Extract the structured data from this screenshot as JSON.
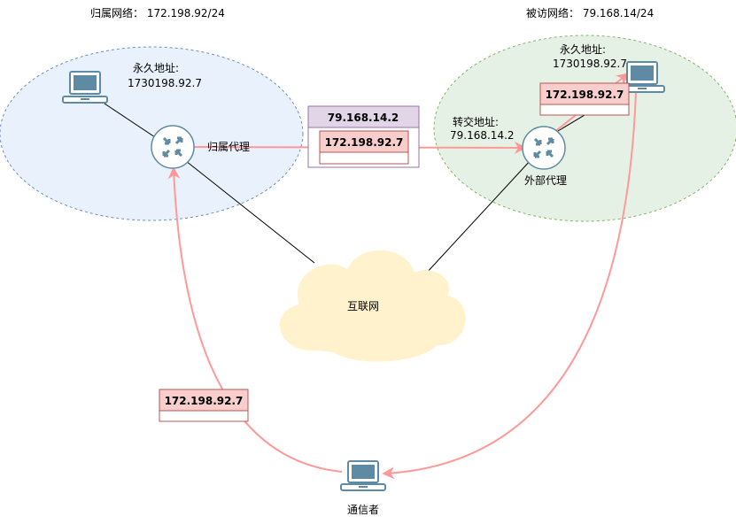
{
  "networks": {
    "home": {
      "title": "归属网络： 172.198.92/24"
    },
    "visited": {
      "title": "被访网络： 79.168.14/24"
    }
  },
  "nodes": {
    "home_host": {
      "label": "永久地址:",
      "address": "1730198.92.7",
      "icon": "laptop-icon"
    },
    "home_agent": {
      "label": "归属代理",
      "icon": "router-icon"
    },
    "foreign_agent": {
      "label": "外部代理",
      "icon": "router-icon"
    },
    "care_of": {
      "label": "转交地址:",
      "address": "79.168.14.2"
    },
    "mobile_host": {
      "label": "永久地址:",
      "address": "1730198.92.7",
      "icon": "laptop-icon"
    },
    "internet": {
      "label": "互联网",
      "icon": "cloud-icon"
    },
    "correspondent": {
      "label": "通信者",
      "icon": "laptop-icon"
    }
  },
  "packets": {
    "tunnel": {
      "outer": "79.168.14.2",
      "inner": "172.198.92.7"
    },
    "delivered": {
      "header": "172.198.92.7"
    },
    "original": {
      "header": "172.198.92.7"
    }
  },
  "colors": {
    "home_fill": "#dae8fc",
    "home_stroke": "#6c8ebf",
    "visited_fill": "#d5e8d4",
    "visited_stroke": "#82b366",
    "flow": "#ff9999",
    "packet_red_fill": "#f8cecc",
    "packet_red_stroke": "#b85450",
    "packet_purple_fill": "#e1d5e7",
    "packet_purple_stroke": "#9673a6",
    "cloud_fill": "#fff2cc",
    "icon": "#5e8aa3"
  }
}
